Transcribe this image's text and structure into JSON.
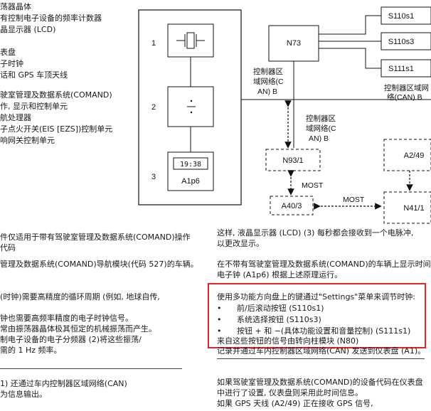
{
  "legend": [
    "荡器晶体",
    "有控制电子设备的频率计数器",
    "晶显示器 (LCD)",
    "",
    "表盘",
    "子时钟",
    "话和 GPS 车顶天线",
    "",
    "驶室管理及数据系统(COMAND)",
    "作, 显示和控制单元",
    "航处理器",
    "子点火开关(EIS [EZS])控制单元",
    "响网关控制单元"
  ],
  "diagram": {
    "item_numbers": [
      "1",
      "2",
      "3"
    ],
    "clock_display": "19:38",
    "clock_label": "A1p6",
    "nodes": {
      "n73": "N73",
      "s110s1": "S110s1",
      "s110s3": "S110s3",
      "s111s1": "S111s1",
      "n93_1": "N93/1",
      "a40_3": "A40/3",
      "a2_49": "A2/49",
      "n41_1": "N41/1"
    },
    "can_label_left": [
      "控制器区",
      "域网络(C",
      "AN) B"
    ],
    "can_label_right": [
      "控制器区域网",
      "络(CAN) B"
    ],
    "can_label_mid": [
      "控制器区",
      "域网络(C",
      "AN) B"
    ],
    "most_1": "MOST",
    "most_2": "MOST"
  },
  "left_text": {
    "para1": [
      "件仅适用于带有驾驶室管理及数据系统(COMAND)操作",
      "代码"
    ],
    "para2": [
      "管理及数据系统(COMAND)导航模块(代码 527)的车辆。"
    ],
    "para3": [
      "(时钟)需要高精度的循环周期 (例如, 地球自传,"
    ],
    "para4": [
      "钟也需要高频率精度的电子时钟信号。",
      "常由振荡器晶体极其恒定的机械振荡而产生。",
      "制电子设备的电子分频器 (2)将这些振荡/",
      "需的 1 Hz 频率。"
    ],
    "para5": [
      "1) 还通过车内控制器区域网络(CAN)",
      "为信息输出。"
    ]
  },
  "right_text": {
    "para1": [
      "这样, 液晶显示器 (LCD) (3) 每秒都会接收到一个电脉冲,",
      "以更改显示。"
    ],
    "para2": [
      "在不带有驾驶室管理及数据系统(COMAND)的车辆上显示时间",
      "电子钟 (A1p6) 根据上述原理运行。"
    ],
    "note_intro": "使用多功能方向盘上的键通过\"Settings\"菜单来调节时钟:",
    "bullets": [
      "前/后滚动按钮 (S110s1)",
      "系统选择按钮 (S110s3)",
      "按钮 + 和 −(具体功能设置和音量控制) (S111s1)"
    ],
    "note_line4": "来自这些按钮的信号由转向柱模块 (N80)",
    "note_line5": "记录并通过车内控制器区域网络(CAN) 发送到仪表盘 (A1)。",
    "para3": [
      "如果驾驶室管理及数据系统(COMAND)的设备代码在仪表盘",
      "中进行了设置, 仪表盘则采用此时间信息。",
      "如果 GPS 天线 (A2/49) 正在接收 GPS 信号,"
    ]
  }
}
